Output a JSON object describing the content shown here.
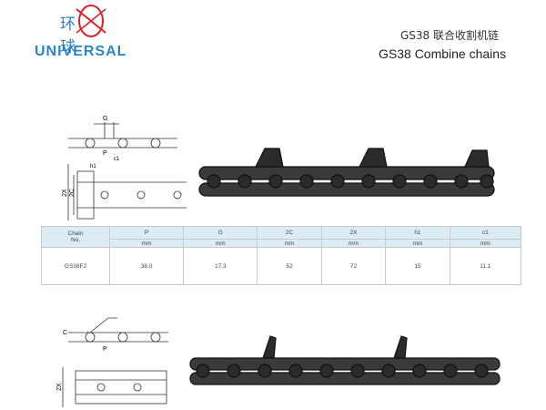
{
  "logo": {
    "cn_text": "环球",
    "en_text": "UNIVERSAL",
    "color": "#2b84cc",
    "accent_color": "#d9232a"
  },
  "header": {
    "title_cn": "GS38 联合收割机链",
    "title_en": "GS38 Combine chains"
  },
  "table": {
    "chain_label_1": "Chain",
    "chain_label_2": "No.",
    "columns": [
      "P",
      "G",
      "2C",
      "2X",
      "h1",
      "c1"
    ],
    "units": [
      "mm",
      "mm",
      "mm",
      "mm",
      "mm",
      "mm"
    ],
    "rows": [
      {
        "chain": "GS38F2",
        "values": [
          "38.0",
          "17.3",
          "52",
          "72",
          "15",
          "11.1"
        ]
      }
    ]
  },
  "diagram_labels": {
    "top": {
      "g": "G",
      "p": "P",
      "c1": "c1",
      "h1": "h1",
      "x2": "2X",
      "c2": "2C"
    },
    "bottom": {
      "c": "C",
      "p": "P",
      "x2": "2X"
    }
  }
}
